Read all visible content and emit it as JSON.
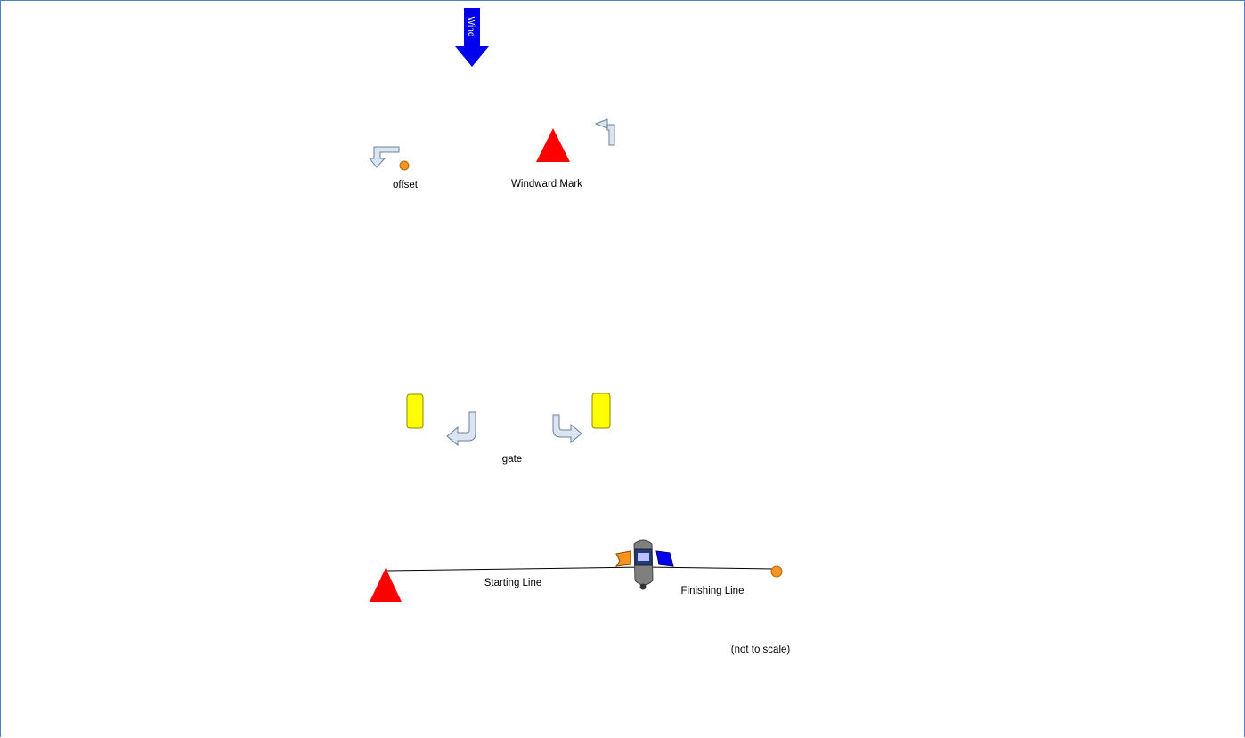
{
  "wind": {
    "label": "Wind",
    "color": "#0000ee"
  },
  "labels": {
    "offset": "offset",
    "windward_mark": "Windward Mark",
    "gate": "gate",
    "starting_line": "Starting Line",
    "finishing_line": "Finishing Line",
    "scale_note": "(not to scale)"
  },
  "colors": {
    "mark_red": "#ff0000",
    "mark_orange": "#f7941d",
    "gate_yellow": "#ffff00",
    "rounding_arrow": "#dbe5f1",
    "flag_orange": "#f7941d",
    "flag_blue": "#0000ee",
    "committee_boat": "#7f7f7f",
    "frame_border": "#4f81bd"
  }
}
